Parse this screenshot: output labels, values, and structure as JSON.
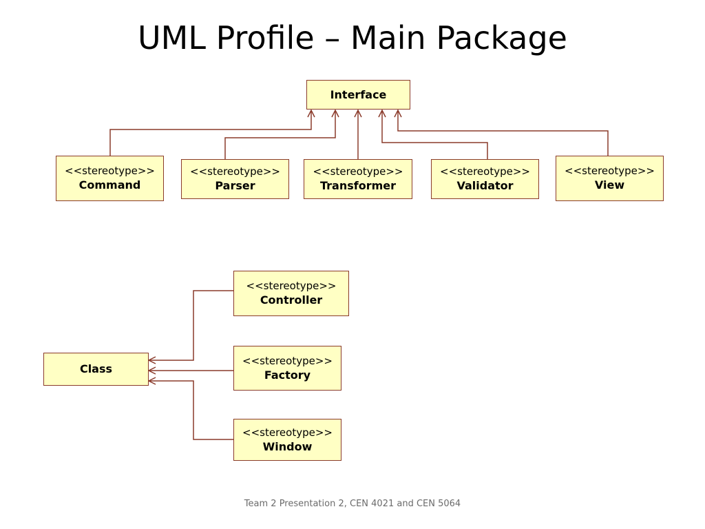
{
  "slide": {
    "title": "UML Profile – Main Package"
  },
  "colors": {
    "box_fill": "#ffffc4",
    "line": "#8a3a2a"
  },
  "top_group": {
    "parent": {
      "name": "Interface"
    },
    "children": [
      {
        "stereotype": "<<stereotype>>",
        "name": "Command"
      },
      {
        "stereotype": "<<stereotype>>",
        "name": "Parser"
      },
      {
        "stereotype": "<<stereotype>>",
        "name": "Transformer"
      },
      {
        "stereotype": "<<stereotype>>",
        "name": "Validator"
      },
      {
        "stereotype": "<<stereotype>>",
        "name": "View"
      }
    ]
  },
  "bottom_group": {
    "parent": {
      "name": "Class"
    },
    "children": [
      {
        "stereotype": "<<stereotype>>",
        "name": "Controller"
      },
      {
        "stereotype": "<<stereotype>>",
        "name": "Factory"
      },
      {
        "stereotype": "<<stereotype>>",
        "name": "Window"
      }
    ]
  },
  "footer": {
    "text": "Team 2 Presentation 2, CEN 4021 and CEN 5064"
  }
}
